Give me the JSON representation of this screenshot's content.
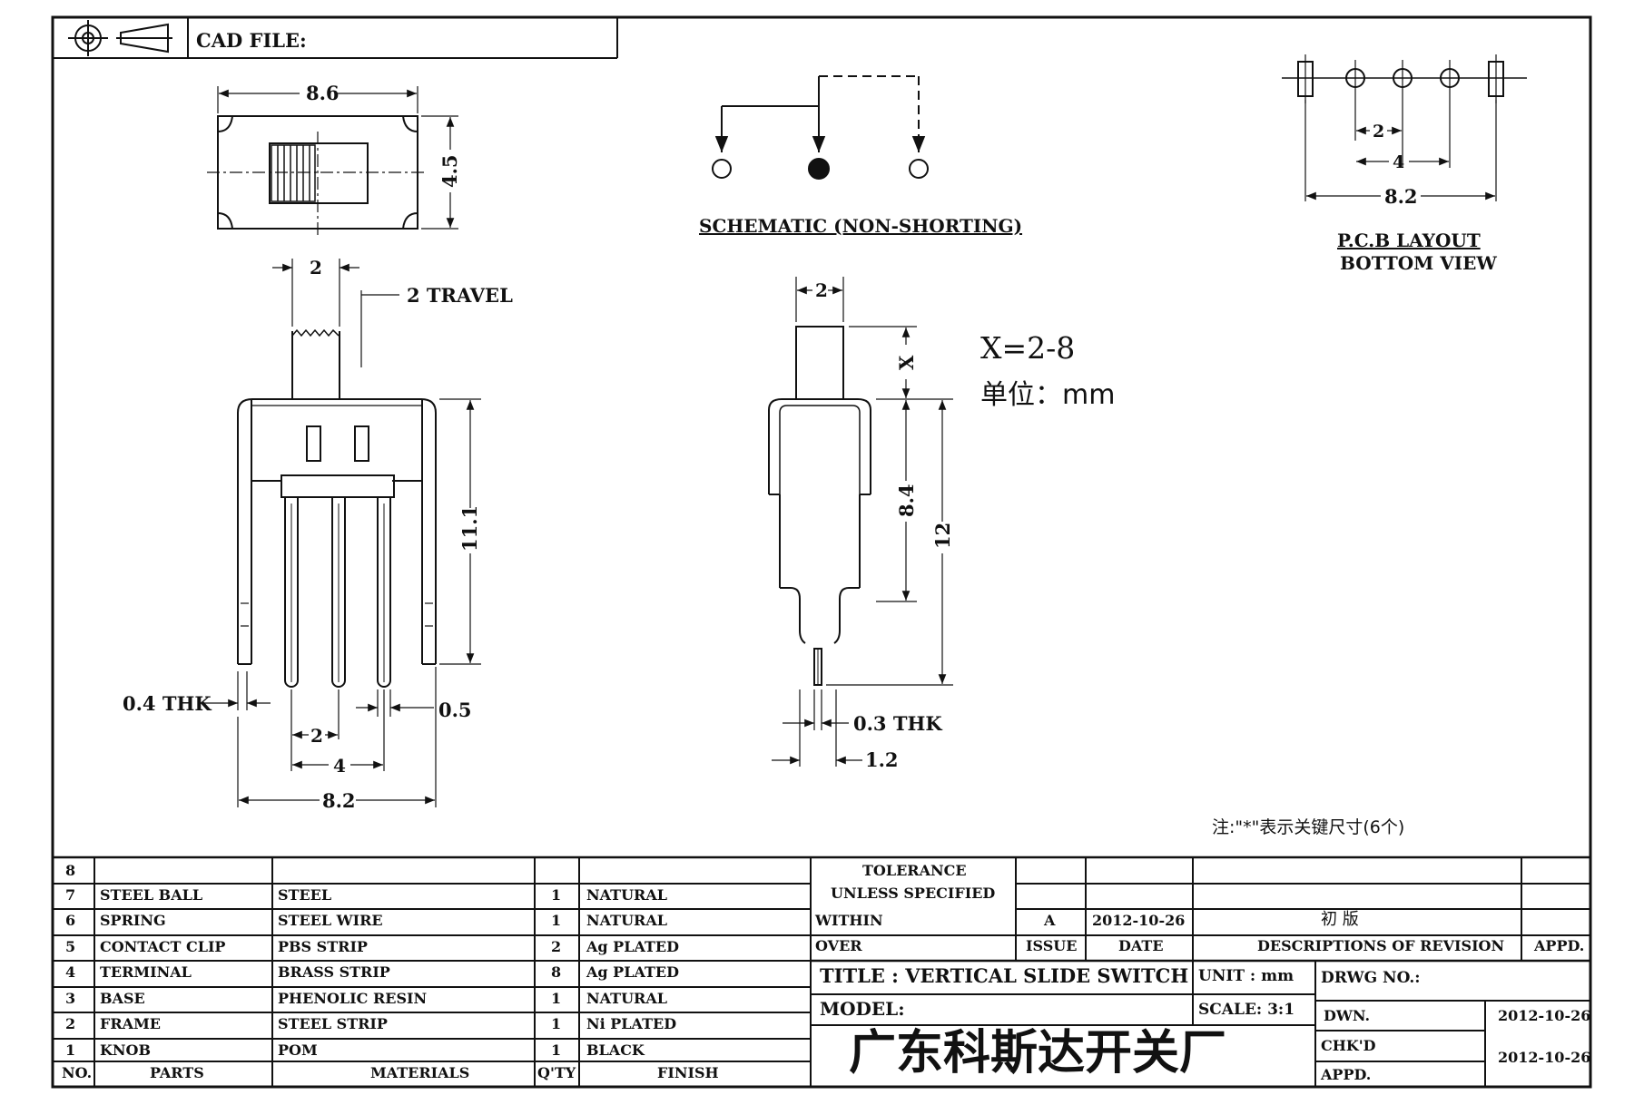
{
  "cad": {
    "label": "CAD FILE:"
  },
  "schematic": {
    "label": "SCHEMATIC (NON-SHORTING)"
  },
  "pcb": {
    "line1": "P.C.B LAYOUT",
    "line2": "BOTTOM VIEW",
    "d_pitch": "2",
    "d_span": "4",
    "d_width": "8.2"
  },
  "top_view": {
    "d_width": "8.6",
    "d_height": "4.5"
  },
  "front_view": {
    "d_knob": "2",
    "travel": "2 TRAVEL",
    "d_height": "11.1",
    "thk": "0.4 THK",
    "d_pin": "0.5",
    "d_pitch": "2",
    "d_span": "4",
    "d_width": "8.2"
  },
  "side_view": {
    "d_knob": "2",
    "x_label": "X",
    "d_body": "8.4",
    "d_total": "12",
    "thk": "0.3 THK",
    "d_foot": "1.2"
  },
  "notes": {
    "x_range": "X=2-8",
    "unit_cn": "单位：mm",
    "key_note": "注:\"*\"表示关键尺寸(6个)"
  },
  "parts_header": {
    "no": "NO.",
    "parts": "PARTS",
    "materials": "MATERIALS",
    "qty": "Q'TY",
    "finish": "FINISH"
  },
  "parts": [
    {
      "no": "8",
      "part": "",
      "material": "",
      "qty": "",
      "finish": ""
    },
    {
      "no": "7",
      "part": "STEEL BALL",
      "material": "STEEL",
      "qty": "1",
      "finish": "NATURAL"
    },
    {
      "no": "6",
      "part": "SPRING",
      "material": "STEEL WIRE",
      "qty": "1",
      "finish": "NATURAL"
    },
    {
      "no": "5",
      "part": "CONTACT CLIP",
      "material": "PBS STRIP",
      "qty": "2",
      "finish": "Ag PLATED"
    },
    {
      "no": "4",
      "part": "TERMINAL",
      "material": "BRASS STRIP",
      "qty": "8",
      "finish": "Ag PLATED"
    },
    {
      "no": "3",
      "part": "BASE",
      "material": "PHENOLIC RESIN",
      "qty": "1",
      "finish": "NATURAL"
    },
    {
      "no": "2",
      "part": "FRAME",
      "material": "STEEL STRIP",
      "qty": "1",
      "finish": "Ni PLATED"
    },
    {
      "no": "1",
      "part": "KNOB",
      "material": "POM",
      "qty": "1",
      "finish": "BLACK"
    }
  ],
  "tolerance": {
    "line1": "TOLERANCE",
    "line2": "UNLESS  SPECIFIED",
    "within": "WITHIN",
    "over": "OVER"
  },
  "revision": {
    "issue": "A",
    "date": "2012-10-26",
    "desc": "初 版",
    "h_issue": "ISSUE",
    "h_date": "DATE",
    "h_desc": "DESCRIPTIONS OF REVISION",
    "h_appd": "APPD."
  },
  "title_block": {
    "title": "TITLE :  VERTICAL SLIDE SWITCH",
    "unit": "UNIT :  mm",
    "drwg": "DRWG NO.:",
    "model": "MODEL:",
    "scale": "SCALE:  3:1",
    "dwn": "DWN.",
    "dwn_date": "2012-10-26",
    "chkd": "CHK'D",
    "chk_date": "2012-10-26",
    "appd": "APPD.",
    "company": "广东科斯达开关厂"
  }
}
